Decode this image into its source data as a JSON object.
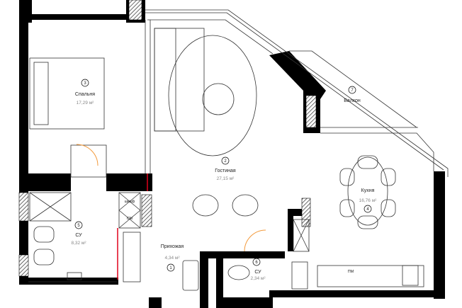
{
  "rooms": [
    {
      "number": "1",
      "name": "Прихожая",
      "area": "4,34 м²"
    },
    {
      "number": "2",
      "name": "Гостиная",
      "area": "27,15 м²"
    },
    {
      "number": "3",
      "name": "Спальня",
      "area": "17,29 м²"
    },
    {
      "number": "4",
      "name": "Кухня",
      "area": "16,76 м²"
    },
    {
      "number": "5",
      "name": "СУ",
      "area": "8,32 м²"
    },
    {
      "number": "6",
      "name": "СУ",
      "area": "2,34 м²"
    },
    {
      "number": "7",
      "name": "Балкон"
    }
  ],
  "fixtures": {
    "wardrobe": "шкаф",
    "washer": "СМ",
    "dishwasher": "ПМ"
  },
  "colors": {
    "door_swing": "#f39a3c",
    "accent_line": "#e0001b",
    "wall": "#000000"
  }
}
